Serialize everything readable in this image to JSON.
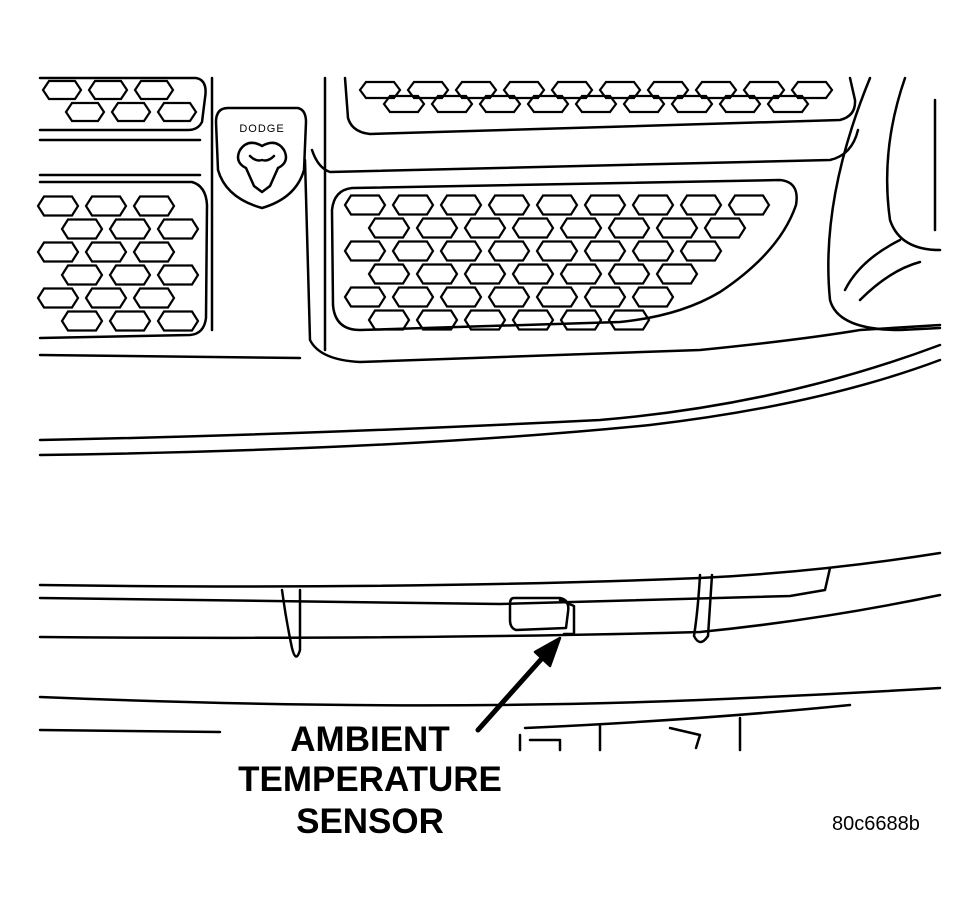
{
  "callout": {
    "line1": "AMBIENT",
    "line2": "TEMPERATURE",
    "line3": "SENSOR"
  },
  "figure_id": "80c6688b",
  "badge_text": "DODGE"
}
